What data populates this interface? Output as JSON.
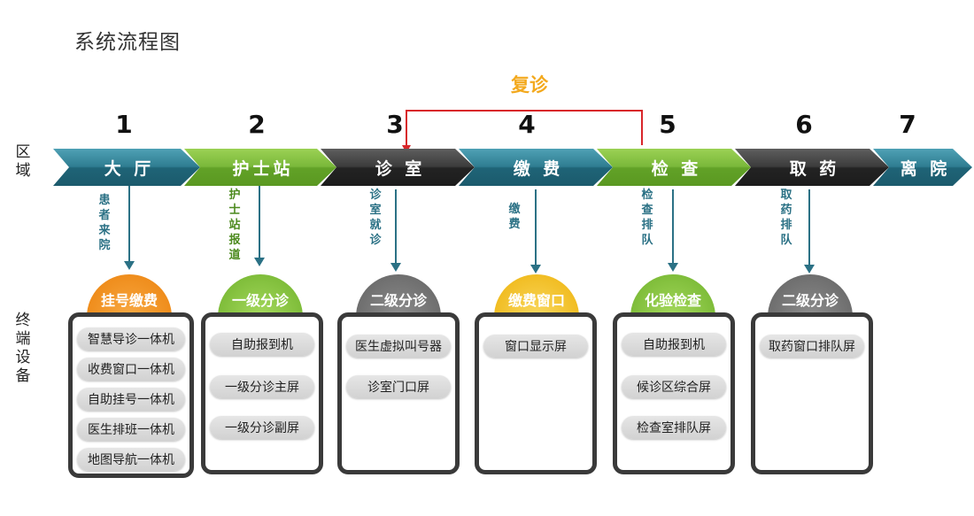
{
  "title": "系统流程图",
  "row_labels": {
    "area": "区域",
    "devices": "终端设备"
  },
  "revisit_label": "复诊",
  "stages": [
    {
      "number": "1",
      "name": "大 厅",
      "transition": "患者来院",
      "category": "挂号缴费",
      "devices": [
        "智慧导诊一体机",
        "收费窗口一体机",
        "自助挂号一体机",
        "医生排班一体机",
        "地图导航一体机"
      ]
    },
    {
      "number": "2",
      "name": "护士站",
      "transition": "护士站报道",
      "category": "一级分诊",
      "devices": [
        "自助报到机",
        "一级分诊主屏",
        "一级分诊副屏"
      ]
    },
    {
      "number": "3",
      "name": "诊 室",
      "transition": "诊室就诊",
      "category": "二级分诊",
      "devices": [
        "医生虚拟叫号器",
        "诊室门口屏"
      ]
    },
    {
      "number": "4",
      "name": "缴 费",
      "transition": "缴费",
      "category": "缴费窗口",
      "devices": [
        "窗口显示屏"
      ]
    },
    {
      "number": "5",
      "name": "检 查",
      "transition": "检查排队",
      "category": "化验检查",
      "devices": [
        "自助报到机",
        "候诊区综合屏",
        "检查室排队屏"
      ]
    },
    {
      "number": "6",
      "name": "取 药",
      "transition": "取药排队",
      "category": "二级分诊",
      "devices": [
        "取药窗口排队屏"
      ]
    },
    {
      "number": "7",
      "name": "离 院"
    }
  ],
  "colors": {
    "teal": "#2f7d91",
    "green": "#7ab83a",
    "dark": "#2e2e2e",
    "orange": "#ef8d1c",
    "gray": "#6e6e6e",
    "yellow": "#f1bd23",
    "red": "#d8262a"
  }
}
